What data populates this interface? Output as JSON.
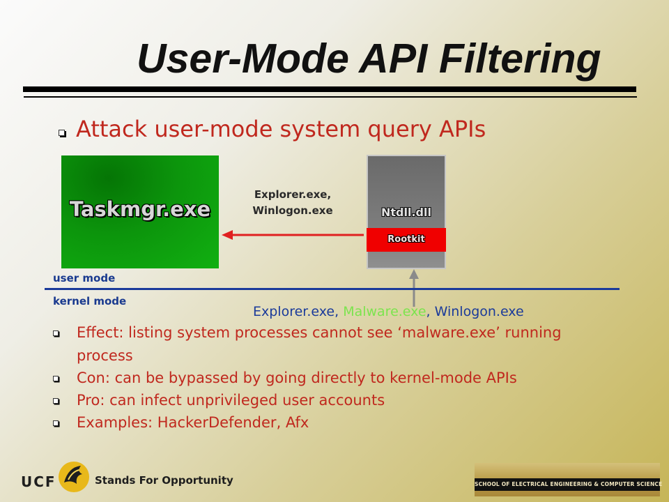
{
  "slide": {
    "title": "User-Mode API Filtering",
    "heading": "Attack user-mode system query APIs"
  },
  "diagram": {
    "taskmgr_label": "Taskmgr.exe",
    "ntdll_label": "Ntdll.dll",
    "rootkit_label": "Rootkit",
    "filtered_line1": "Explorer.exe,",
    "filtered_line2": "Winlogon.exe",
    "user_mode_label": "user mode",
    "kernel_mode_label": "kernel mode",
    "process_list": {
      "part1": "Explorer.exe, ",
      "malware": "Malware.exe",
      "part3": ", Winlogon.exe"
    },
    "colors": {
      "arrow": "#e02020",
      "up_arrow": "#8a8a8a",
      "malware_text": "#7ce44e",
      "process_text": "#1a3a9a"
    }
  },
  "bullets": [
    "Effect: listing system processes cannot see ‘malware.exe’ running",
    "Con: can be bypassed by going directly to kernel-mode APIs",
    "Pro: can infect unprivileged user accounts",
    "Examples: HackerDefender, Afx"
  ],
  "bullet1_continuation": "process",
  "footer": {
    "ucf": "UCF",
    "tagline": "Stands For Opportunity",
    "department": "SCHOOL OF ELECTRICAL ENGINEERING & COMPUTER SCIENCE"
  }
}
